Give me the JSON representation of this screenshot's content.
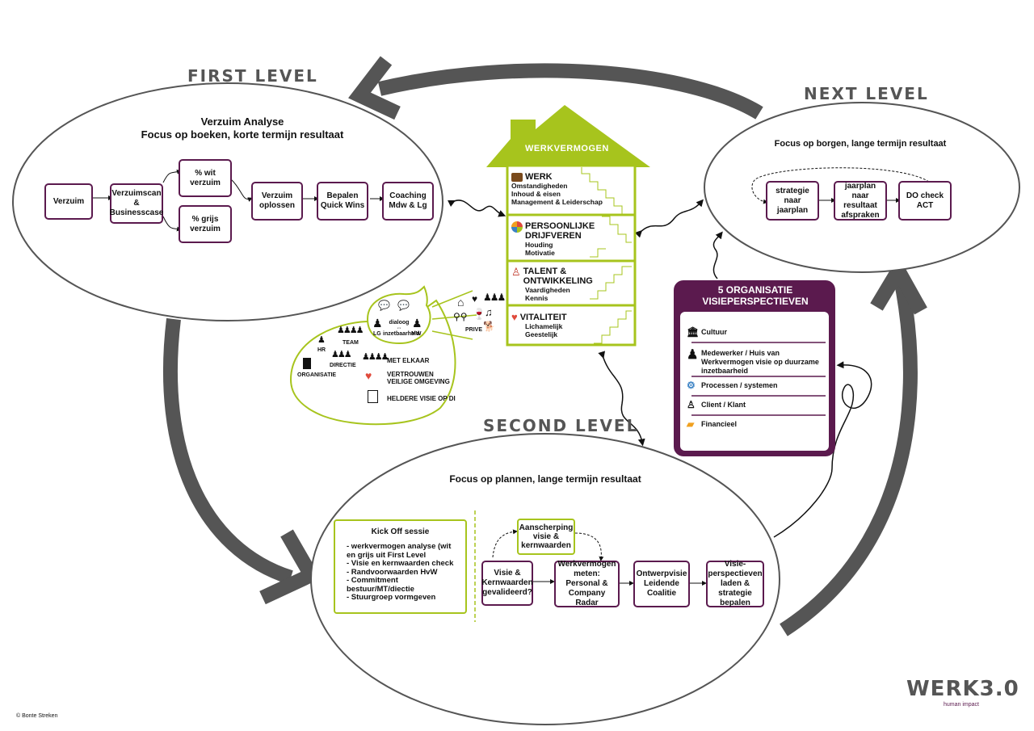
{
  "levels": {
    "first": "FIRST LEVEL",
    "next": "NEXT LEVEL",
    "second": "SECOND LEVEL"
  },
  "first_level": {
    "title_line1": "Verzuim Analyse",
    "title_line2": "Focus op boeken, korte termijn resultaat",
    "steps": [
      "Verzuim",
      "Verzuimscan & Businesscase",
      "% wit verzuim",
      "% grijs verzuim",
      "Verzuim oplossen",
      "Bepalen Quick Wins",
      "Coaching Mdw & Lg"
    ]
  },
  "next_level": {
    "title": "Focus op borgen, lange termijn resultaat",
    "steps": [
      "strategie naar jaarplan",
      "jaarplan naar resultaat afspraken",
      "DO check ACT"
    ]
  },
  "second_level": {
    "title": "Focus op plannen, lange termijn resultaat",
    "kickoff_title": "Kick Off sessie",
    "kickoff_items": [
      "- werkvermogen analyse (wit en grijs uit First Level",
      "- Visie en kernwaarden check",
      "- Randvoorwaarden HvW",
      "- Commitment bestuur/MT/diectie",
      "- Stuurgroep vormgeven"
    ],
    "sharpen": "Aanscherping visie & kernwaarden",
    "steps": [
      "Visie & Kernwaarden gevalideerd?",
      "Werkvermogen meten: Personal & Company Radar",
      "Ontwerpvisie Leidende Coalitie",
      "Visie-perspectieven laden & strategie bepalen"
    ]
  },
  "house": {
    "roof_label": "WERKVERMOGEN",
    "rooms": [
      {
        "title": "WERK",
        "sub": [
          "Omstandigheden",
          "Inhoud & eisen",
          "Management & Leiderschap"
        ],
        "icon": "briefcase-icon"
      },
      {
        "title": "PERSOONLIJKE DRIJFVEREN",
        "sub": [
          "Houding",
          "Motivatie"
        ],
        "icon": "pie-chart-icon"
      },
      {
        "title": "TALENT & ONTWIKKELING",
        "sub": [
          "Vaardigheden",
          "Kennis"
        ],
        "icon": "person-ribbon-icon"
      },
      {
        "title": "VITALITEIT",
        "sub": [
          "Lichamelijk",
          "Geestelijk"
        ],
        "icon": "heartbeat-icon"
      }
    ]
  },
  "organisatie_bubble": {
    "dialog_text": [
      "dialoog",
      "⇔",
      "inzetbaarheid"
    ],
    "lg": "LG",
    "mw": "MW",
    "hr": "HR",
    "team": "TEAM",
    "directie": "DIRECTIE",
    "organisatie": "ORGANISATIE",
    "met_elkaar": "MET ELKAAR",
    "vertrouwen": [
      "VERTROUWEN",
      "VEILIGE OMGEVING"
    ],
    "heldere_visie": "HELDERE VISIE OP DI",
    "prive": "PRIVE"
  },
  "visie": {
    "title_line1": "5 ORGANISATIE",
    "title_line2": "VISIEPERSPECTIEVEN",
    "items": [
      {
        "label": "Cultuur",
        "icon": "building-icon"
      },
      {
        "label": "Medewerker / Huis van Werkvermogen visie op duurzame inzetbaarheid",
        "icon": "person-icon"
      },
      {
        "label": "Processen / systemen",
        "icon": "gears-icon"
      },
      {
        "label": "Client / Klant",
        "icon": "client-icon"
      },
      {
        "label": "Financieel",
        "icon": "money-icon"
      }
    ]
  },
  "footer": {
    "copyright": "© Bonte Streken",
    "brand": "WERK3.0",
    "tagline": "human impact"
  },
  "colors": {
    "purple": "#5b1a4e",
    "green": "#a7c41d",
    "grey": "#555555"
  }
}
